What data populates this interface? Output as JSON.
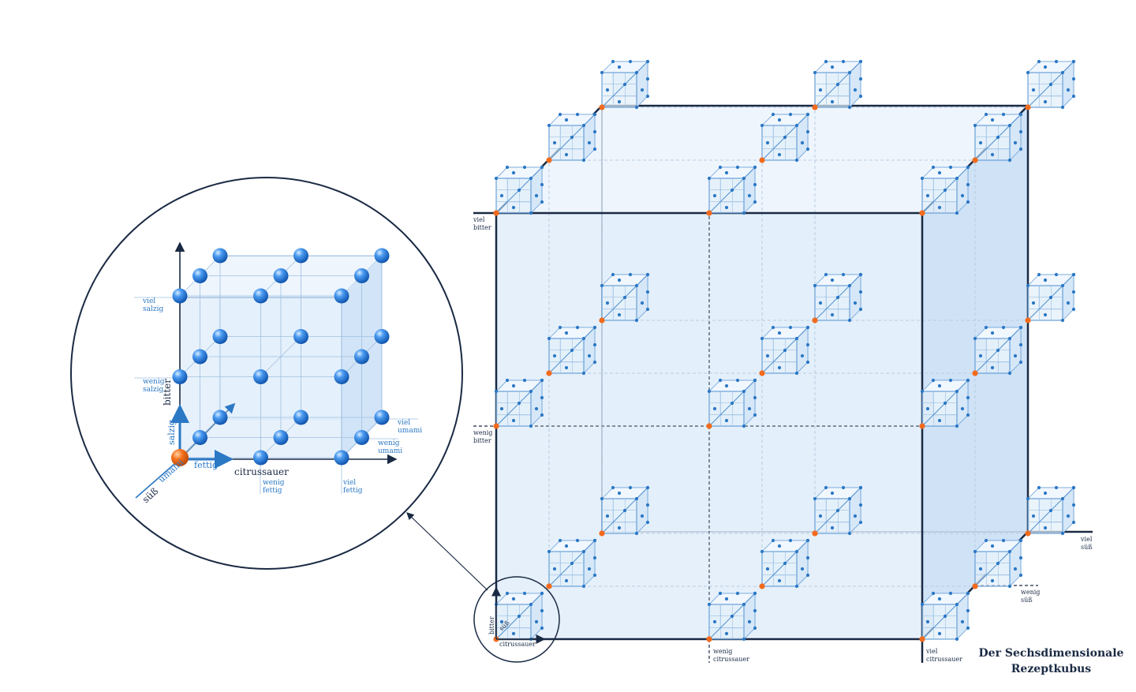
{
  "title_line1": "Der Sechsdimensionale",
  "title_line2": "Rezeptkubus",
  "big_cube_labels": {
    "viel_bitter": [
      "viel",
      "bitter"
    ],
    "wenig_bitter": [
      "wenig",
      "bitter"
    ],
    "viel_suess": [
      "viel",
      "süß"
    ],
    "wenig_suess": [
      "wenig",
      "süß"
    ],
    "wenig_citrussauer": [
      "wenig",
      "citrussauer"
    ],
    "viel_citrussauer": [
      "viel",
      "citrussauer"
    ]
  },
  "small_circle_labels": {
    "bitter": "bitter",
    "suess": "süß",
    "citrussauer": "citrussauer"
  },
  "zoom_labels": {
    "bitter": "bitter",
    "salzig": "salzig",
    "fettig": "fettig",
    "citrussauer": "citrussauer",
    "suess": "süß",
    "umami": "umami",
    "viel_salzig": [
      "viel",
      "salzig"
    ],
    "wenig_salzig": [
      "wenig",
      "salzig"
    ],
    "viel_umami": [
      "viel",
      "umami"
    ],
    "wenig_umami": [
      "wenig",
      "umami"
    ],
    "wenig_fettig": [
      "wenig",
      "fettig"
    ],
    "viel_fettig": [
      "viel",
      "fettig"
    ]
  },
  "colors": {
    "frame": "#1a2a44",
    "face": "#dbe9f8",
    "accent": "#2b78c5",
    "node": "#f26b1d",
    "sphere": "#1f6fd6"
  }
}
